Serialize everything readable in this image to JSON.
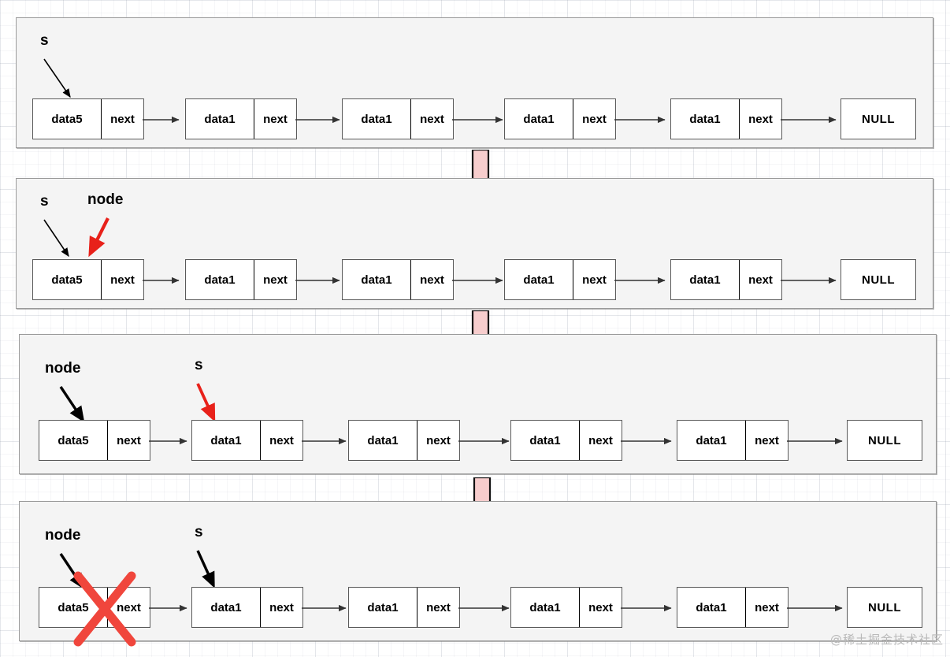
{
  "diagram": {
    "title": "Singly linked list head-node deletion sequence",
    "colors": {
      "panel_bg": "#f4f4f4",
      "panel_border": "#9a9a9a",
      "node_border": "#5a5a5a",
      "link_stroke": "#333333",
      "pointer_black": "#000000",
      "pointer_red": "#e8211a",
      "step_arrow_fill": "#f7cdcd",
      "step_arrow_stroke": "#111111",
      "cross_red": "#f0463c",
      "watermark": "#b9b9b9"
    },
    "labels": {
      "data5": "data5",
      "data1": "data1",
      "next": "next",
      "null": "NULL",
      "s": "s",
      "node": "node"
    },
    "panels": [
      {
        "id": "panel-1",
        "nodes": [
          {
            "data": "data5",
            "next": "next"
          },
          {
            "data": "data1",
            "next": "next"
          },
          {
            "data": "data1",
            "next": "next"
          },
          {
            "data": "data1",
            "next": "next"
          },
          {
            "data": "data1",
            "next": "next"
          },
          {
            "data": "NULL"
          }
        ],
        "pointers": [
          {
            "label": "s",
            "color": "#000000",
            "target_index": 0
          }
        ],
        "crossed_index": null
      },
      {
        "id": "panel-2",
        "nodes": [
          {
            "data": "data5",
            "next": "next"
          },
          {
            "data": "data1",
            "next": "next"
          },
          {
            "data": "data1",
            "next": "next"
          },
          {
            "data": "data1",
            "next": "next"
          },
          {
            "data": "data1",
            "next": "next"
          },
          {
            "data": "NULL"
          }
        ],
        "pointers": [
          {
            "label": "s",
            "color": "#000000",
            "target_index": 0
          },
          {
            "label": "node",
            "color": "#e8211a",
            "target_index": 0
          }
        ],
        "crossed_index": null
      },
      {
        "id": "panel-3",
        "nodes": [
          {
            "data": "data5",
            "next": "next"
          },
          {
            "data": "data1",
            "next": "next"
          },
          {
            "data": "data1",
            "next": "next"
          },
          {
            "data": "data1",
            "next": "next"
          },
          {
            "data": "data1",
            "next": "next"
          },
          {
            "data": "NULL"
          }
        ],
        "pointers": [
          {
            "label": "node",
            "color": "#000000",
            "target_index": 0
          },
          {
            "label": "s",
            "color": "#e8211a",
            "target_index": 1
          }
        ],
        "crossed_index": null
      },
      {
        "id": "panel-4",
        "nodes": [
          {
            "data": "data5",
            "next": "next"
          },
          {
            "data": "data1",
            "next": "next"
          },
          {
            "data": "data1",
            "next": "next"
          },
          {
            "data": "data1",
            "next": "next"
          },
          {
            "data": "data1",
            "next": "next"
          },
          {
            "data": "NULL"
          }
        ],
        "pointers": [
          {
            "label": "node",
            "color": "#000000",
            "target_index": 0
          },
          {
            "label": "s",
            "color": "#000000",
            "target_index": 1
          }
        ],
        "crossed_index": 0
      }
    ],
    "step_arrows": 3
  },
  "watermark": {
    "text": "@稀土掘金技术社区"
  }
}
